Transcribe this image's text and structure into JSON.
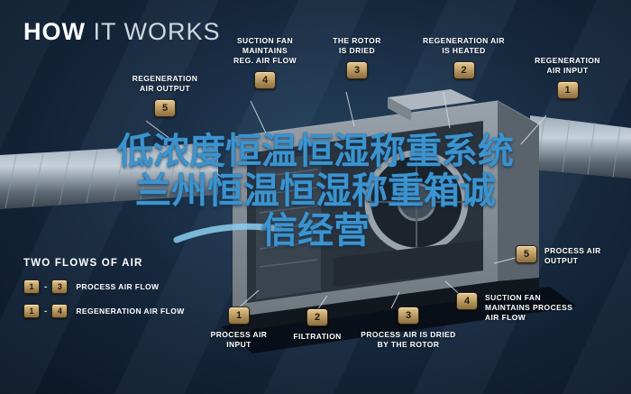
{
  "title": {
    "bold": "HOW",
    "rest": " IT WORKS"
  },
  "watermark": {
    "line1": "低浓度恒温恒湿称重系统",
    "line2": "兰州恒温恒湿称重箱诚",
    "line3": "信经营"
  },
  "callouts": {
    "reg_air_output": {
      "num": "5",
      "label": "REGENERATION\nAIR OUTPUT"
    },
    "suction_fan_reg": {
      "num": "4",
      "label": "SUCTION FAN\nMAINTAINS\nREG. AIR FLOW"
    },
    "rotor_dried": {
      "num": "3",
      "label": "THE ROTOR\nIS DRIED"
    },
    "reg_air_heated": {
      "num": "2",
      "label": "REGENERATION AIR\nIS HEATED"
    },
    "reg_air_input": {
      "num": "1",
      "label": "REGENERATION\nAIR INPUT"
    },
    "process_air_output": {
      "num": "5",
      "label": "PROCESS AIR\nOUTPUT"
    },
    "suction_fan_process": {
      "num": "4",
      "label": "SUCTION FAN\nMAINTAINS PROCESS\nAIR FLOW"
    },
    "process_air_input": {
      "num": "1",
      "label": "PROCESS AIR\nINPUT"
    },
    "filtration": {
      "num": "2",
      "label": "FILTRATION"
    },
    "process_air_dried": {
      "num": "3",
      "label": "PROCESS AIR IS DRIED\nBY THE ROTOR"
    }
  },
  "legend": {
    "title": "TWO FLOWS OF AIR",
    "items": [
      {
        "start": "1",
        "dash": "-",
        "end": "3",
        "label": "PROCESS AIR FLOW"
      },
      {
        "start": "1",
        "dash": "-",
        "end": "4",
        "label": "REGENERATION AIR FLOW"
      }
    ]
  },
  "colors": {
    "background": "#17293f",
    "badge_gold": "#c9a86a",
    "watermark_blue": "#3c93cd",
    "label_white": "#ffffff"
  }
}
